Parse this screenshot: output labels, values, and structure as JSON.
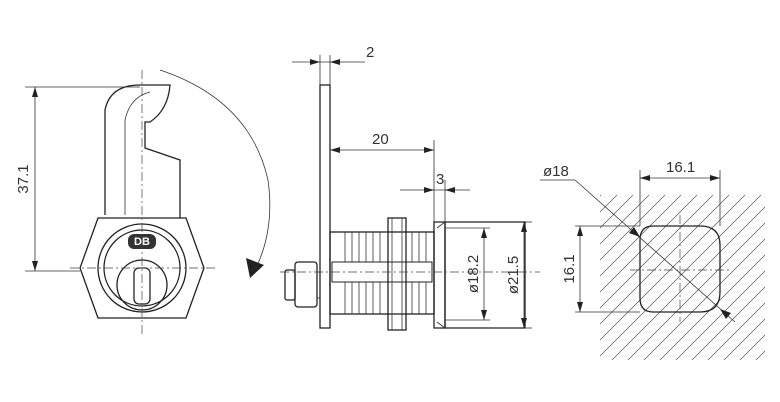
{
  "dimensions": {
    "height_37_1": "37.1",
    "plate_2": "2",
    "length_20": "20",
    "flange_3": "3",
    "dia_18_2": "ø18.2",
    "dia_21_5": "ø21.5",
    "cutout_dia_18": "ø18",
    "cutout_16_1_h": "16.1",
    "cutout_16_1_v": "16.1"
  },
  "brand_logo_text": "DB",
  "colors": {
    "line": "#222222",
    "hatch": "#555555",
    "background": "#ffffff"
  }
}
